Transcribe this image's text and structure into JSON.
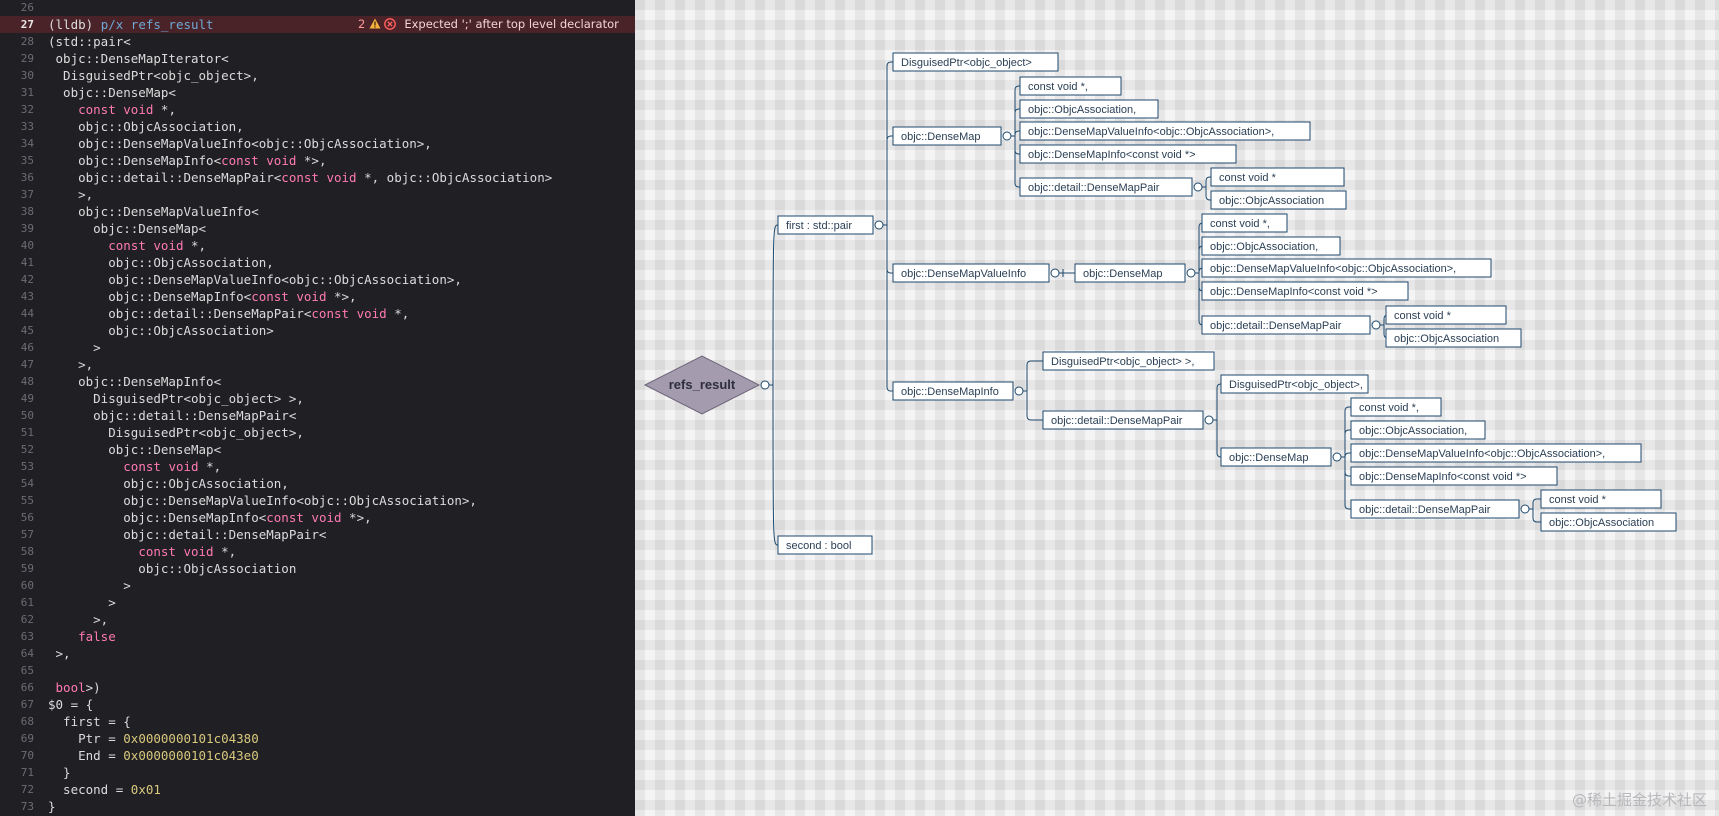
{
  "editor": {
    "error": {
      "count": "2",
      "message": "Expected ';' after top level declarator"
    },
    "lines": [
      {
        "n": "26",
        "seg": []
      },
      {
        "n": "27",
        "current": true,
        "error": true,
        "seg": [
          [
            "p",
            "(lldb) "
          ],
          [
            "c",
            "p/x refs_result"
          ]
        ]
      },
      {
        "n": "28",
        "seg": [
          [
            "p",
            "(std::pair<"
          ]
        ]
      },
      {
        "n": "29",
        "seg": [
          [
            "p",
            " objc::DenseMapIterator<"
          ]
        ]
      },
      {
        "n": "30",
        "seg": [
          [
            "p",
            "  DisguisedPtr<objc_object>,"
          ]
        ]
      },
      {
        "n": "31",
        "seg": [
          [
            "p",
            "  objc::DenseMap<"
          ]
        ]
      },
      {
        "n": "32",
        "seg": [
          [
            "p",
            "    "
          ],
          [
            "k",
            "const"
          ],
          [
            "p",
            " "
          ],
          [
            "k",
            "void"
          ],
          [
            "p",
            " *,"
          ]
        ]
      },
      {
        "n": "33",
        "seg": [
          [
            "p",
            "    objc::ObjcAssociation,"
          ]
        ]
      },
      {
        "n": "34",
        "seg": [
          [
            "p",
            "    objc::DenseMapValueInfo<objc::ObjcAssociation>,"
          ]
        ]
      },
      {
        "n": "35",
        "seg": [
          [
            "p",
            "    objc::DenseMapInfo<"
          ],
          [
            "k",
            "const"
          ],
          [
            "p",
            " "
          ],
          [
            "k",
            "void"
          ],
          [
            "p",
            " *>,"
          ]
        ]
      },
      {
        "n": "36",
        "seg": [
          [
            "p",
            "    objc::detail::DenseMapPair<"
          ],
          [
            "k",
            "const"
          ],
          [
            "p",
            " "
          ],
          [
            "k",
            "void"
          ],
          [
            "p",
            " *, objc::ObjcAssociation>"
          ]
        ]
      },
      {
        "n": "37",
        "seg": [
          [
            "p",
            "    >,"
          ]
        ]
      },
      {
        "n": "38",
        "seg": [
          [
            "p",
            "    objc::DenseMapValueInfo<"
          ]
        ]
      },
      {
        "n": "39",
        "seg": [
          [
            "p",
            "      objc::DenseMap<"
          ]
        ]
      },
      {
        "n": "40",
        "seg": [
          [
            "p",
            "        "
          ],
          [
            "k",
            "const"
          ],
          [
            "p",
            " "
          ],
          [
            "k",
            "void"
          ],
          [
            "p",
            " *,"
          ]
        ]
      },
      {
        "n": "41",
        "seg": [
          [
            "p",
            "        objc::ObjcAssociation,"
          ]
        ]
      },
      {
        "n": "42",
        "seg": [
          [
            "p",
            "        objc::DenseMapValueInfo<objc::ObjcAssociation>,"
          ]
        ]
      },
      {
        "n": "43",
        "seg": [
          [
            "p",
            "        objc::DenseMapInfo<"
          ],
          [
            "k",
            "const"
          ],
          [
            "p",
            " "
          ],
          [
            "k",
            "void"
          ],
          [
            "p",
            " *>,"
          ]
        ]
      },
      {
        "n": "44",
        "seg": [
          [
            "p",
            "        objc::detail::DenseMapPair<"
          ],
          [
            "k",
            "const"
          ],
          [
            "p",
            " "
          ],
          [
            "k",
            "void"
          ],
          [
            "p",
            " *,"
          ]
        ]
      },
      {
        "n": "45",
        "seg": [
          [
            "p",
            "        objc::ObjcAssociation>"
          ]
        ]
      },
      {
        "n": "46",
        "seg": [
          [
            "p",
            "      >"
          ]
        ]
      },
      {
        "n": "47",
        "seg": [
          [
            "p",
            "    >,"
          ]
        ]
      },
      {
        "n": "48",
        "seg": [
          [
            "p",
            "    objc::DenseMapInfo<"
          ]
        ]
      },
      {
        "n": "49",
        "seg": [
          [
            "p",
            "      DisguisedPtr<objc_object> >,"
          ]
        ]
      },
      {
        "n": "50",
        "seg": [
          [
            "p",
            "      objc::detail::DenseMapPair<"
          ]
        ]
      },
      {
        "n": "51",
        "seg": [
          [
            "p",
            "        DisguisedPtr<objc_object>,"
          ]
        ]
      },
      {
        "n": "52",
        "seg": [
          [
            "p",
            "        objc::DenseMap<"
          ]
        ]
      },
      {
        "n": "53",
        "seg": [
          [
            "p",
            "          "
          ],
          [
            "k",
            "const"
          ],
          [
            "p",
            " "
          ],
          [
            "k",
            "void"
          ],
          [
            "p",
            " *,"
          ]
        ]
      },
      {
        "n": "54",
        "seg": [
          [
            "p",
            "          objc::ObjcAssociation,"
          ]
        ]
      },
      {
        "n": "55",
        "seg": [
          [
            "p",
            "          objc::DenseMapValueInfo<objc::ObjcAssociation>,"
          ]
        ]
      },
      {
        "n": "56",
        "seg": [
          [
            "p",
            "          objc::DenseMapInfo<"
          ],
          [
            "k",
            "const"
          ],
          [
            "p",
            " "
          ],
          [
            "k",
            "void"
          ],
          [
            "p",
            " *>,"
          ]
        ]
      },
      {
        "n": "57",
        "seg": [
          [
            "p",
            "          objc::detail::DenseMapPair<"
          ]
        ]
      },
      {
        "n": "58",
        "seg": [
          [
            "p",
            "            "
          ],
          [
            "k",
            "const"
          ],
          [
            "p",
            " "
          ],
          [
            "k",
            "void"
          ],
          [
            "p",
            " *,"
          ]
        ]
      },
      {
        "n": "59",
        "seg": [
          [
            "p",
            "            objc::ObjcAssociation"
          ]
        ]
      },
      {
        "n": "60",
        "seg": [
          [
            "p",
            "          >"
          ]
        ]
      },
      {
        "n": "61",
        "seg": [
          [
            "p",
            "        >"
          ]
        ]
      },
      {
        "n": "62",
        "seg": [
          [
            "p",
            "      >,"
          ]
        ]
      },
      {
        "n": "63",
        "seg": [
          [
            "p",
            "    "
          ],
          [
            "k",
            "false"
          ]
        ]
      },
      {
        "n": "64",
        "seg": [
          [
            "p",
            " >,"
          ]
        ]
      },
      {
        "n": "65",
        "seg": []
      },
      {
        "n": "66",
        "seg": [
          [
            "p",
            " "
          ],
          [
            "k",
            "bool"
          ],
          [
            "p",
            ">)"
          ]
        ]
      },
      {
        "n": "67",
        "seg": [
          [
            "p",
            "$0 = {"
          ]
        ]
      },
      {
        "n": "68",
        "seg": [
          [
            "p",
            "  first = {"
          ]
        ]
      },
      {
        "n": "69",
        "seg": [
          [
            "p",
            "    Ptr = "
          ],
          [
            "v",
            "0x0000000101c04380"
          ]
        ]
      },
      {
        "n": "70",
        "seg": [
          [
            "p",
            "    End = "
          ],
          [
            "v",
            "0x0000000101c043e0"
          ]
        ]
      },
      {
        "n": "71",
        "seg": [
          [
            "p",
            "  }"
          ]
        ]
      },
      {
        "n": "72",
        "seg": [
          [
            "p",
            "  second = "
          ],
          [
            "v",
            "0x01"
          ]
        ]
      },
      {
        "n": "73",
        "seg": [
          [
            "p",
            "}"
          ]
        ]
      }
    ]
  },
  "mindmap": {
    "root": "refs_result",
    "nodes": [
      {
        "id": "first",
        "label": "first : std::pair",
        "parent": "root"
      },
      {
        "id": "second",
        "label": "second : bool",
        "parent": "root"
      },
      {
        "id": "dp1",
        "label": "DisguisedPtr<objc_object>",
        "parent": "first"
      },
      {
        "id": "dm1",
        "label": "objc::DenseMap",
        "parent": "first"
      },
      {
        "id": "dm1a",
        "label": "const void *,",
        "parent": "dm1"
      },
      {
        "id": "dm1b",
        "label": "objc::ObjcAssociation,",
        "parent": "dm1"
      },
      {
        "id": "dm1c",
        "label": "objc::DenseMapValueInfo<objc::ObjcAssociation>,",
        "parent": "dm1"
      },
      {
        "id": "dm1d",
        "label": "objc::DenseMapInfo<const void *>",
        "parent": "dm1"
      },
      {
        "id": "dm1e",
        "label": "objc::detail::DenseMapPair",
        "parent": "dm1"
      },
      {
        "id": "dm1e1",
        "label": "const void *",
        "parent": "dm1e"
      },
      {
        "id": "dm1e2",
        "label": "objc::ObjcAssociation",
        "parent": "dm1e"
      },
      {
        "id": "dmvi",
        "label": "objc::DenseMapValueInfo",
        "parent": "first"
      },
      {
        "id": "dm2",
        "label": "objc::DenseMap",
        "parent": "dmvi"
      },
      {
        "id": "dm2a",
        "label": "const void *,",
        "parent": "dm2"
      },
      {
        "id": "dm2b",
        "label": "objc::ObjcAssociation,",
        "parent": "dm2"
      },
      {
        "id": "dm2c",
        "label": "objc::DenseMapValueInfo<objc::ObjcAssociation>,",
        "parent": "dm2"
      },
      {
        "id": "dm2d",
        "label": "objc::DenseMapInfo<const void *>",
        "parent": "dm2"
      },
      {
        "id": "dm2e",
        "label": "objc::detail::DenseMapPair",
        "parent": "dm2"
      },
      {
        "id": "dm2e1",
        "label": "const void *",
        "parent": "dm2e"
      },
      {
        "id": "dm2e2",
        "label": "objc::ObjcAssociation",
        "parent": "dm2e"
      },
      {
        "id": "dmi",
        "label": "objc::DenseMapInfo",
        "parent": "first"
      },
      {
        "id": "dmi_dp",
        "label": "DisguisedPtr<objc_object> >,",
        "parent": "dmi"
      },
      {
        "id": "dmi_pair",
        "label": "objc::detail::DenseMapPair",
        "parent": "dmi"
      },
      {
        "id": "dmi_pair_dp",
        "label": "DisguisedPtr<objc_object>,",
        "parent": "dmi_pair"
      },
      {
        "id": "dm3",
        "label": "objc::DenseMap",
        "parent": "dmi_pair"
      },
      {
        "id": "dm3a",
        "label": "const void *,",
        "parent": "dm3"
      },
      {
        "id": "dm3b",
        "label": "objc::ObjcAssociation,",
        "parent": "dm3"
      },
      {
        "id": "dm3c",
        "label": "objc::DenseMapValueInfo<objc::ObjcAssociation>,",
        "parent": "dm3"
      },
      {
        "id": "dm3d",
        "label": "objc::DenseMapInfo<const void *>",
        "parent": "dm3"
      },
      {
        "id": "dm3e",
        "label": "objc::detail::DenseMapPair",
        "parent": "dm3"
      },
      {
        "id": "dm3e1",
        "label": "const void *",
        "parent": "dm3e"
      },
      {
        "id": "dm3e2",
        "label": "objc::ObjcAssociation",
        "parent": "dm3e"
      }
    ]
  },
  "watermark": "@稀土掘金技术社区",
  "colors": {
    "editor_bg": "#1f1f24",
    "keyword": "#ff7ab2",
    "number": "#d9c97c",
    "error_bg": "#4a2328",
    "node_border": "#1e4a6e",
    "root_fill": "#a49bae"
  }
}
